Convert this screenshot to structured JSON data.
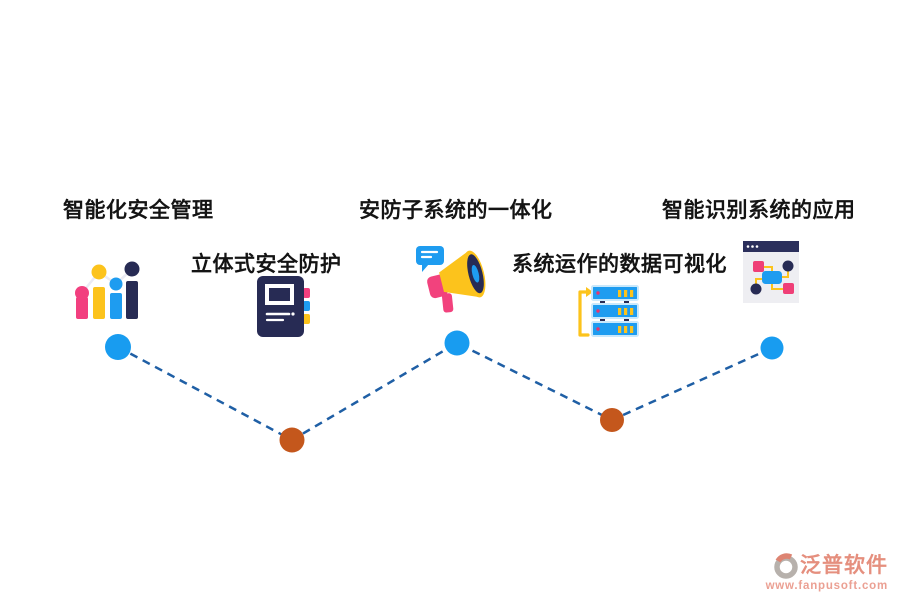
{
  "diagram": {
    "stages": [
      {
        "id": "stage-1",
        "label": "智能化安全管理",
        "icon": "bar-chart-icon",
        "row": "top"
      },
      {
        "id": "stage-2",
        "label": "立体式安全防护",
        "icon": "notebook-icon",
        "row": "bottom"
      },
      {
        "id": "stage-3",
        "label": "安防子系统的一体化",
        "icon": "megaphone-icon",
        "row": "top"
      },
      {
        "id": "stage-4",
        "label": "系统运作的数据可视化",
        "icon": "server-rack-icon",
        "row": "bottom"
      },
      {
        "id": "stage-5",
        "label": "智能识别系统的应用",
        "icon": "browser-flowchart-icon",
        "row": "top"
      }
    ],
    "connector": {
      "style": "dashed",
      "color": "#1f5fa5",
      "nodes": [
        {
          "color": "#189cf0"
        },
        {
          "color": "#c4571c"
        },
        {
          "color": "#189cf0"
        },
        {
          "color": "#c4571c"
        },
        {
          "color": "#189cf0"
        }
      ]
    },
    "palette": {
      "pink": "#f23f7f",
      "yellow": "#fcc31c",
      "blue": "#1e9cf0",
      "navy": "#272b54"
    }
  },
  "watermark": {
    "brand": "泛普软件",
    "url": "www.fanpusoft.com",
    "color": "#e58f7e"
  }
}
